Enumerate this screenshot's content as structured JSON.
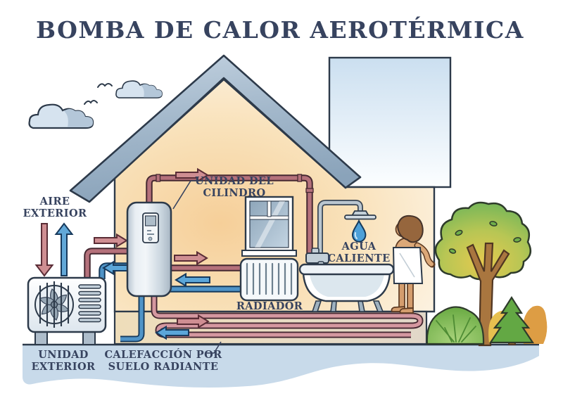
{
  "title": "BOMBA DE CALOR AEROTÉRMICA",
  "labels": {
    "aire_exterior_1": "AIRE",
    "aire_exterior_2": "EXTERIOR",
    "unidad_exterior_1": "UNIDAD",
    "unidad_exterior_2": "EXTERIOR",
    "unidad_cilindro_1": "UNIDAD DEL",
    "unidad_cilindro_2": "CILINDRO",
    "radiador": "RADIADOR",
    "agua_caliente_1": "AGUA",
    "agua_caliente_2": "CALIENTE",
    "calefaccion_1": "CALEFACCIÓN POR",
    "calefaccion_2": "SUELO RADIANTE"
  },
  "colors": {
    "ink": "#2d3a4a",
    "label_text": "#37435f",
    "hot_pipe": "#b5717b",
    "cold_pipe": "#4f94c8",
    "hot_arrow": "#cf8e92",
    "cold_arrow": "#5ba6d9",
    "roof": "#9db3c8",
    "ground": "#c8daea",
    "room_glow": "#f6cf99",
    "water_drop": "#4da0d8",
    "foliage": "#7db858"
  }
}
